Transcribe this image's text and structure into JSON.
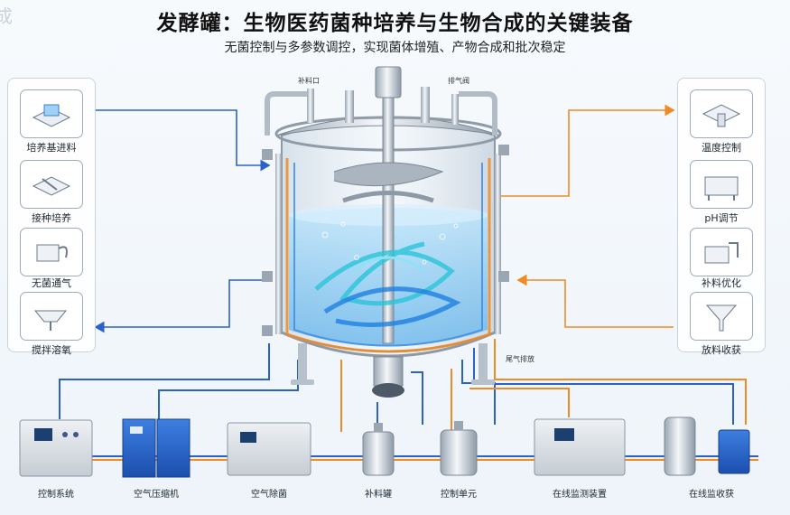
{
  "title": "发酵罐：生物医药菌种培养与生物合成的关键装备",
  "subtitle": "无菌控制与多参数调控，实现菌体增殖、产物合成和批次稳定",
  "corner_text": "成",
  "left_panel": [
    {
      "label": "培养基进料",
      "icon": "feed-tray-icon"
    },
    {
      "label": "接种培养",
      "icon": "inoculation-icon"
    },
    {
      "label": "无菌通气",
      "icon": "aeration-icon"
    },
    {
      "label": "搅拌溶氧",
      "icon": "agitation-icon"
    }
  ],
  "right_panel": [
    {
      "label": "温度控制",
      "icon": "temperature-icon"
    },
    {
      "label": "pH调节",
      "icon": "ph-icon"
    },
    {
      "label": "补料优化",
      "icon": "feeding-icon"
    },
    {
      "label": "放料收获",
      "icon": "harvest-funnel-icon"
    }
  ],
  "tank_tags": {
    "feed_port": "补料口",
    "exhaust": "排气阀",
    "bottom": "尾气排放"
  },
  "bottom_equipment": [
    {
      "label": "控制系统"
    },
    {
      "label": "空气压缩机"
    },
    {
      "label": "空气除菌"
    },
    {
      "label": "补料罐"
    },
    {
      "label": "控制单元"
    },
    {
      "label": "在线监测装置"
    },
    {
      "label": "在线监收获"
    }
  ],
  "colors": {
    "blue_line": "#2a62c9",
    "orange_line": "#f08a24",
    "steel": "#c9d1d9",
    "liquid": "#7cc4f0"
  }
}
